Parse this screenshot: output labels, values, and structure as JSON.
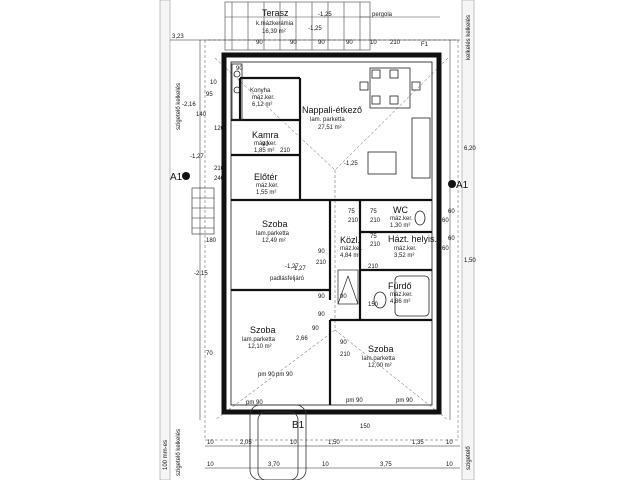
{
  "rooms": {
    "terasz": {
      "name": "Terasz",
      "floor": "k.mázkerámia",
      "area": "16,39 m²"
    },
    "pergola": "pergola",
    "konyha": {
      "name": "Konyha",
      "floor": "máz.ker.",
      "area": "6,12 m²"
    },
    "nappali": {
      "name": "Nappali-étkező",
      "floor": "lam. parketta",
      "area": "27,51 m²"
    },
    "kamra": {
      "name": "Kamra",
      "floor": "máz.ker.",
      "area": "1,85 m²"
    },
    "eloter": {
      "name": "Előtér",
      "floor": "máz.ker.",
      "area": "1,55 m²"
    },
    "wc": {
      "name": "WC",
      "floor": "máz.ker.",
      "area": "1,30 m²"
    },
    "kozl": {
      "name": "Közl.",
      "floor": "máz.ker.",
      "area": "4,84 m²"
    },
    "hazt": {
      "name": "Házt. helyis.",
      "floor": "máz.ker.",
      "area": "3,52 m²"
    },
    "szoba1": {
      "name": "Szoba",
      "floor": "lam.parketta",
      "area": "12,49 m²"
    },
    "padlas": "padlásfeljáró",
    "furdo": {
      "name": "Fürdő",
      "floor": "máz.ker.",
      "area": "4,86 m²"
    },
    "szoba2": {
      "name": "Szoba",
      "floor": "lam.parketta",
      "area": "12,10 m²"
    },
    "szoba3": {
      "name": "Szoba",
      "floor": "lam.parketta",
      "area": "12,00 m²"
    }
  },
  "levels": {
    "l1": "-1,25",
    "l2": "-1,27",
    "l3": "-1,25",
    "l4": "-2,16",
    "l5": "-2,15",
    "l6": "-1,27",
    "l7": "-1,25"
  },
  "section_marks": {
    "a_left": "A1",
    "a_right": "A1",
    "b_bottom": "B1",
    "f_top": "F1"
  },
  "dims_top": {
    "d1": "3,23",
    "d2": "90",
    "d3": "90",
    "d4": "90",
    "d5": "90",
    "d6": "10",
    "d7": "210",
    "d8": "90",
    "d9": "F1"
  },
  "dims_left": {
    "d1": "10",
    "d2": "95",
    "d3": "140",
    "d4": "120",
    "d5": "210",
    "d6": "240",
    "d7": "180",
    "d8": "70"
  },
  "dims_inner": {
    "i1": "90",
    "i2": "210",
    "i3": "75",
    "i4": "210",
    "i5": "75",
    "i6": "210",
    "i7": "75",
    "i8": "210",
    "i9": "60",
    "i10": "60",
    "i11": "90",
    "i12": "210",
    "i13": "90",
    "i14": "90",
    "i15": "90",
    "i16": "210",
    "i17": "150",
    "i18": "90",
    "i19": "210",
    "i20": "2,66",
    "i21": "1,27",
    "i22": "90",
    "i23": "150"
  },
  "dims_right": {
    "r1": "6,20",
    "r2": "1,50",
    "r3": "60",
    "r4": "60"
  },
  "dims_bottom_row1": [
    "10",
    "2,05",
    "10",
    "1,50",
    "1,35",
    "10"
  ],
  "dims_bottom_row2": [
    "10",
    "3,70",
    "10",
    "3,75",
    "10"
  ],
  "windows_bottom": {
    "w1": "pm 90",
    "w2": "pm 90",
    "w3": "pm 90",
    "w4": "pm 90",
    "w5": "pm 90"
  },
  "margin_notes": {
    "left1": "100 mm-es",
    "left2": "szigetelő kelkelés",
    "left3": "szigetelő kelkelés",
    "right1": "szigetelő",
    "right2": "kelkelés kelkelés"
  }
}
